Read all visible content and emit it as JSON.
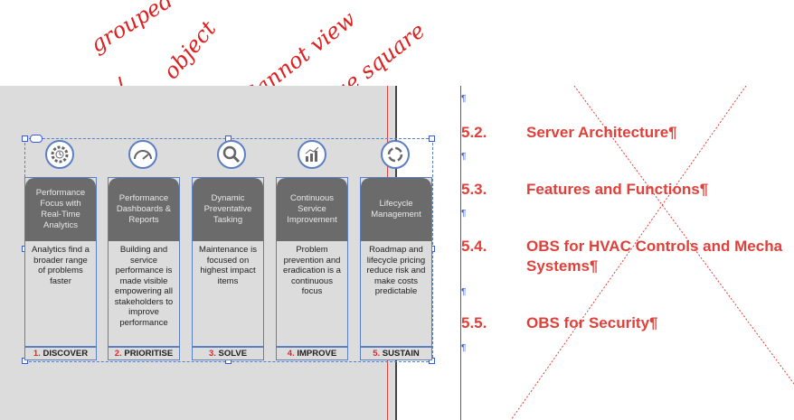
{
  "annotations": {
    "grouped": "grouped",
    "object": "object",
    "cannot_view": "Cannot view",
    "blue_square": "blue square"
  },
  "columns": [
    {
      "header": "Performance Focus with Real-Time Analytics",
      "body": "Analytics find a broader range of problems faster",
      "footer_num": "1.",
      "footer_label": "DISCOVER"
    },
    {
      "header": "Performance Dashboards & Reports",
      "body": "Building and service performance is made visible empowering all stakeholders to improve performance",
      "footer_num": "2.",
      "footer_label": "PRIORITISE"
    },
    {
      "header": "Dynamic Preventative Tasking",
      "body": "Maintenance is focused on highest impact items",
      "footer_num": "3.",
      "footer_label": "SOLVE"
    },
    {
      "header": "Continuous Service Improvement",
      "body": "Problem prevention and eradication is a continuous focus",
      "footer_num": "4.",
      "footer_label": "IMPROVE"
    },
    {
      "header": "Lifecycle Management",
      "body": "Roadmap and lifecycle pricing reduce risk and make costs predictable",
      "footer_num": "5.",
      "footer_label": "SUSTAIN"
    }
  ],
  "headings": [
    {
      "num": "5.2.",
      "title": "Server Architecture¶"
    },
    {
      "num": "5.3.",
      "title": "Features and Functions¶"
    },
    {
      "num": "5.4.",
      "title": "OBS for HVAC Controls and Mecha",
      "title2": "Systems¶"
    },
    {
      "num": "5.5.",
      "title": "OBS for Security¶"
    }
  ],
  "pilcrow": "¶",
  "colors": {
    "accent_red": "#e0403a",
    "selection_blue": "#3b5bd6",
    "header_gray": "#6b6b6b",
    "panel_gray": "#dcdcdc"
  },
  "icons": [
    "gear-clock-icon",
    "speedometer-icon",
    "magnifier-icon",
    "bar-chart-icon",
    "cycle-arrows-icon"
  ]
}
